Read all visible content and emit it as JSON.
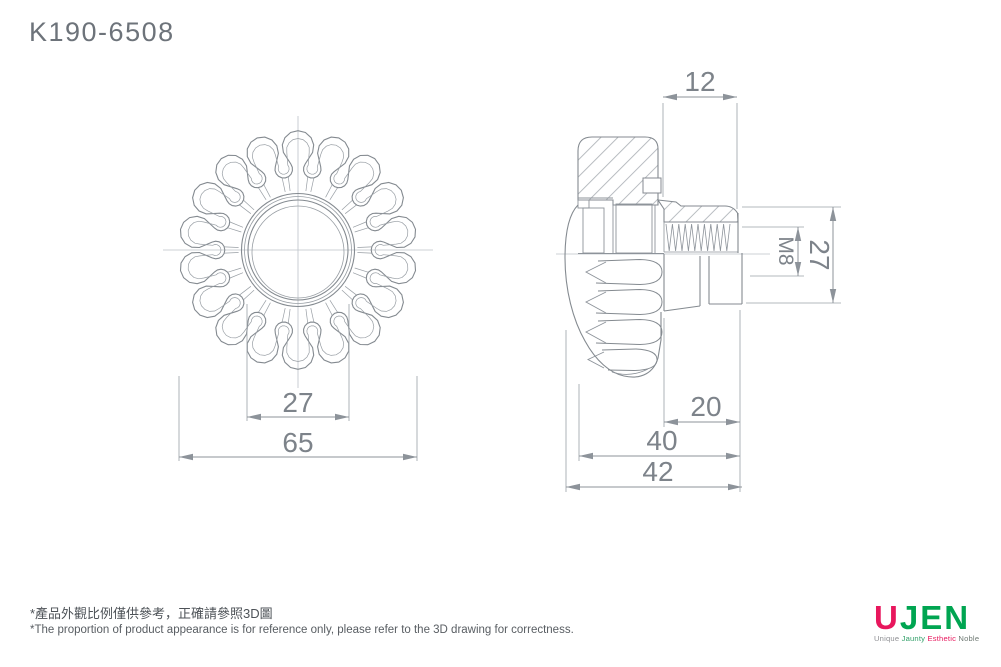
{
  "title": "K190-6508",
  "views": {
    "front": {
      "bore_diameter": "27",
      "outer_diameter": "65"
    },
    "side": {
      "boss_length": "12",
      "thread_size": "M8",
      "cylinder_diameter": "27",
      "thread_depth": "20",
      "body_length": "40",
      "overall_length": "42"
    }
  },
  "footer": {
    "note_zh": "*產品外觀比例僅供參考，正確請參照3D圖",
    "note_en": "*The proportion of product appearance is for reference only, please refer to the 3D drawing for correctness."
  },
  "logo": {
    "brand_u": "U",
    "brand_jen": "JEN",
    "tagline": {
      "w1": "Unique",
      "w2": "Jaunty",
      "w3": "Esthetic",
      "w4": "Noble"
    }
  },
  "colors": {
    "brand_magenta": "#e8175d",
    "brand_green": "#00a551",
    "drawing_line_gray": "#848a90",
    "dimension_gray": "#8d939a"
  }
}
